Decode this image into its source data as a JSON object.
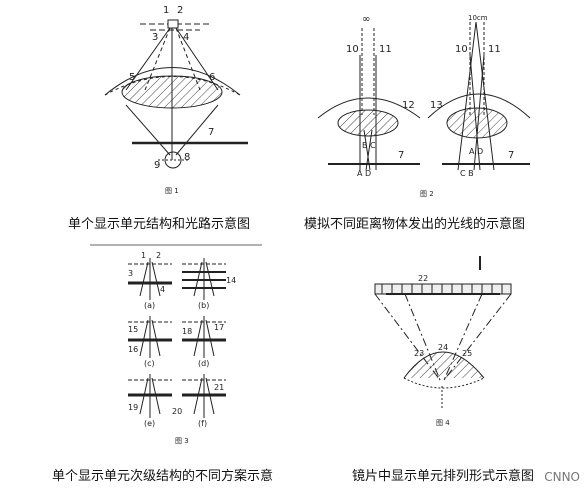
{
  "captions": {
    "top_left": "单个显示单元结构和光路示意图",
    "top_right": "模拟不同距离物体发出的光线的示意图",
    "bottom_left": "单个显示单元次级结构的不同方案示意",
    "bottom_right": "镜片中显示单元排列形式示意图"
  },
  "figure_labels": {
    "fig1": "图 1",
    "fig2": "图 2",
    "fig3": "图 3",
    "fig4": "图 4"
  },
  "fig1_numbers": [
    "1",
    "2",
    "3",
    "4",
    "5",
    "6",
    "7",
    "8",
    "9"
  ],
  "fig2_numbers": {
    "infinity": "∞",
    "distance": "10cm",
    "left_top": [
      "10",
      "11"
    ],
    "right_top": [
      "10",
      "11"
    ],
    "lens_left": "12",
    "lens_right": "13",
    "bc": "B C",
    "ad": "A D",
    "ad2": "A D",
    "cb": "C B",
    "screen": "7",
    "screen2": "7"
  },
  "fig3_numbers": {
    "a_labels": [
      "1",
      "2",
      "3",
      "4"
    ],
    "b_label": "14",
    "c_labels": [
      "15",
      "16"
    ],
    "d_labels": [
      "18",
      "17"
    ],
    "e_label": "19",
    "f_labels": [
      "21",
      "20"
    ],
    "subfigs": [
      "(a)",
      "(b)",
      "(c)",
      "(d)",
      "(e)",
      "(f)"
    ]
  },
  "fig4_numbers": [
    "22",
    "23",
    "24",
    "25"
  ],
  "watermark": "CNNO",
  "colors": {
    "line": "#222222",
    "hatch": "#444444"
  }
}
